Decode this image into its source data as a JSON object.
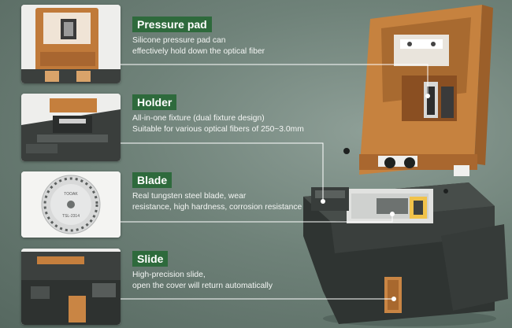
{
  "features": [
    {
      "id": "pressure-pad",
      "title": "Pressure pad",
      "lines": [
        "Silicone pressure pad can",
        "effectively hold down the optical fiber"
      ]
    },
    {
      "id": "holder",
      "title": "Holder",
      "lines": [
        "All-in-one fixture (dual fixture design)",
        "Suitable for various optical fibers of 250~3.0mm"
      ]
    },
    {
      "id": "blade",
      "title": "Blade",
      "lines": [
        "Real tungsten steel blade, wear",
        "resistance, high hardness, corrosion resistance"
      ]
    },
    {
      "id": "slide",
      "title": "Slide",
      "lines": [
        "High-precision slide,",
        "open the cover will return automatically"
      ]
    }
  ],
  "blade_marking": "TSL-2314",
  "colors": {
    "label_bg": "#2e6a3c",
    "copper": "#c6823f",
    "body_dark": "#2f3432",
    "background": "#6f8279"
  }
}
